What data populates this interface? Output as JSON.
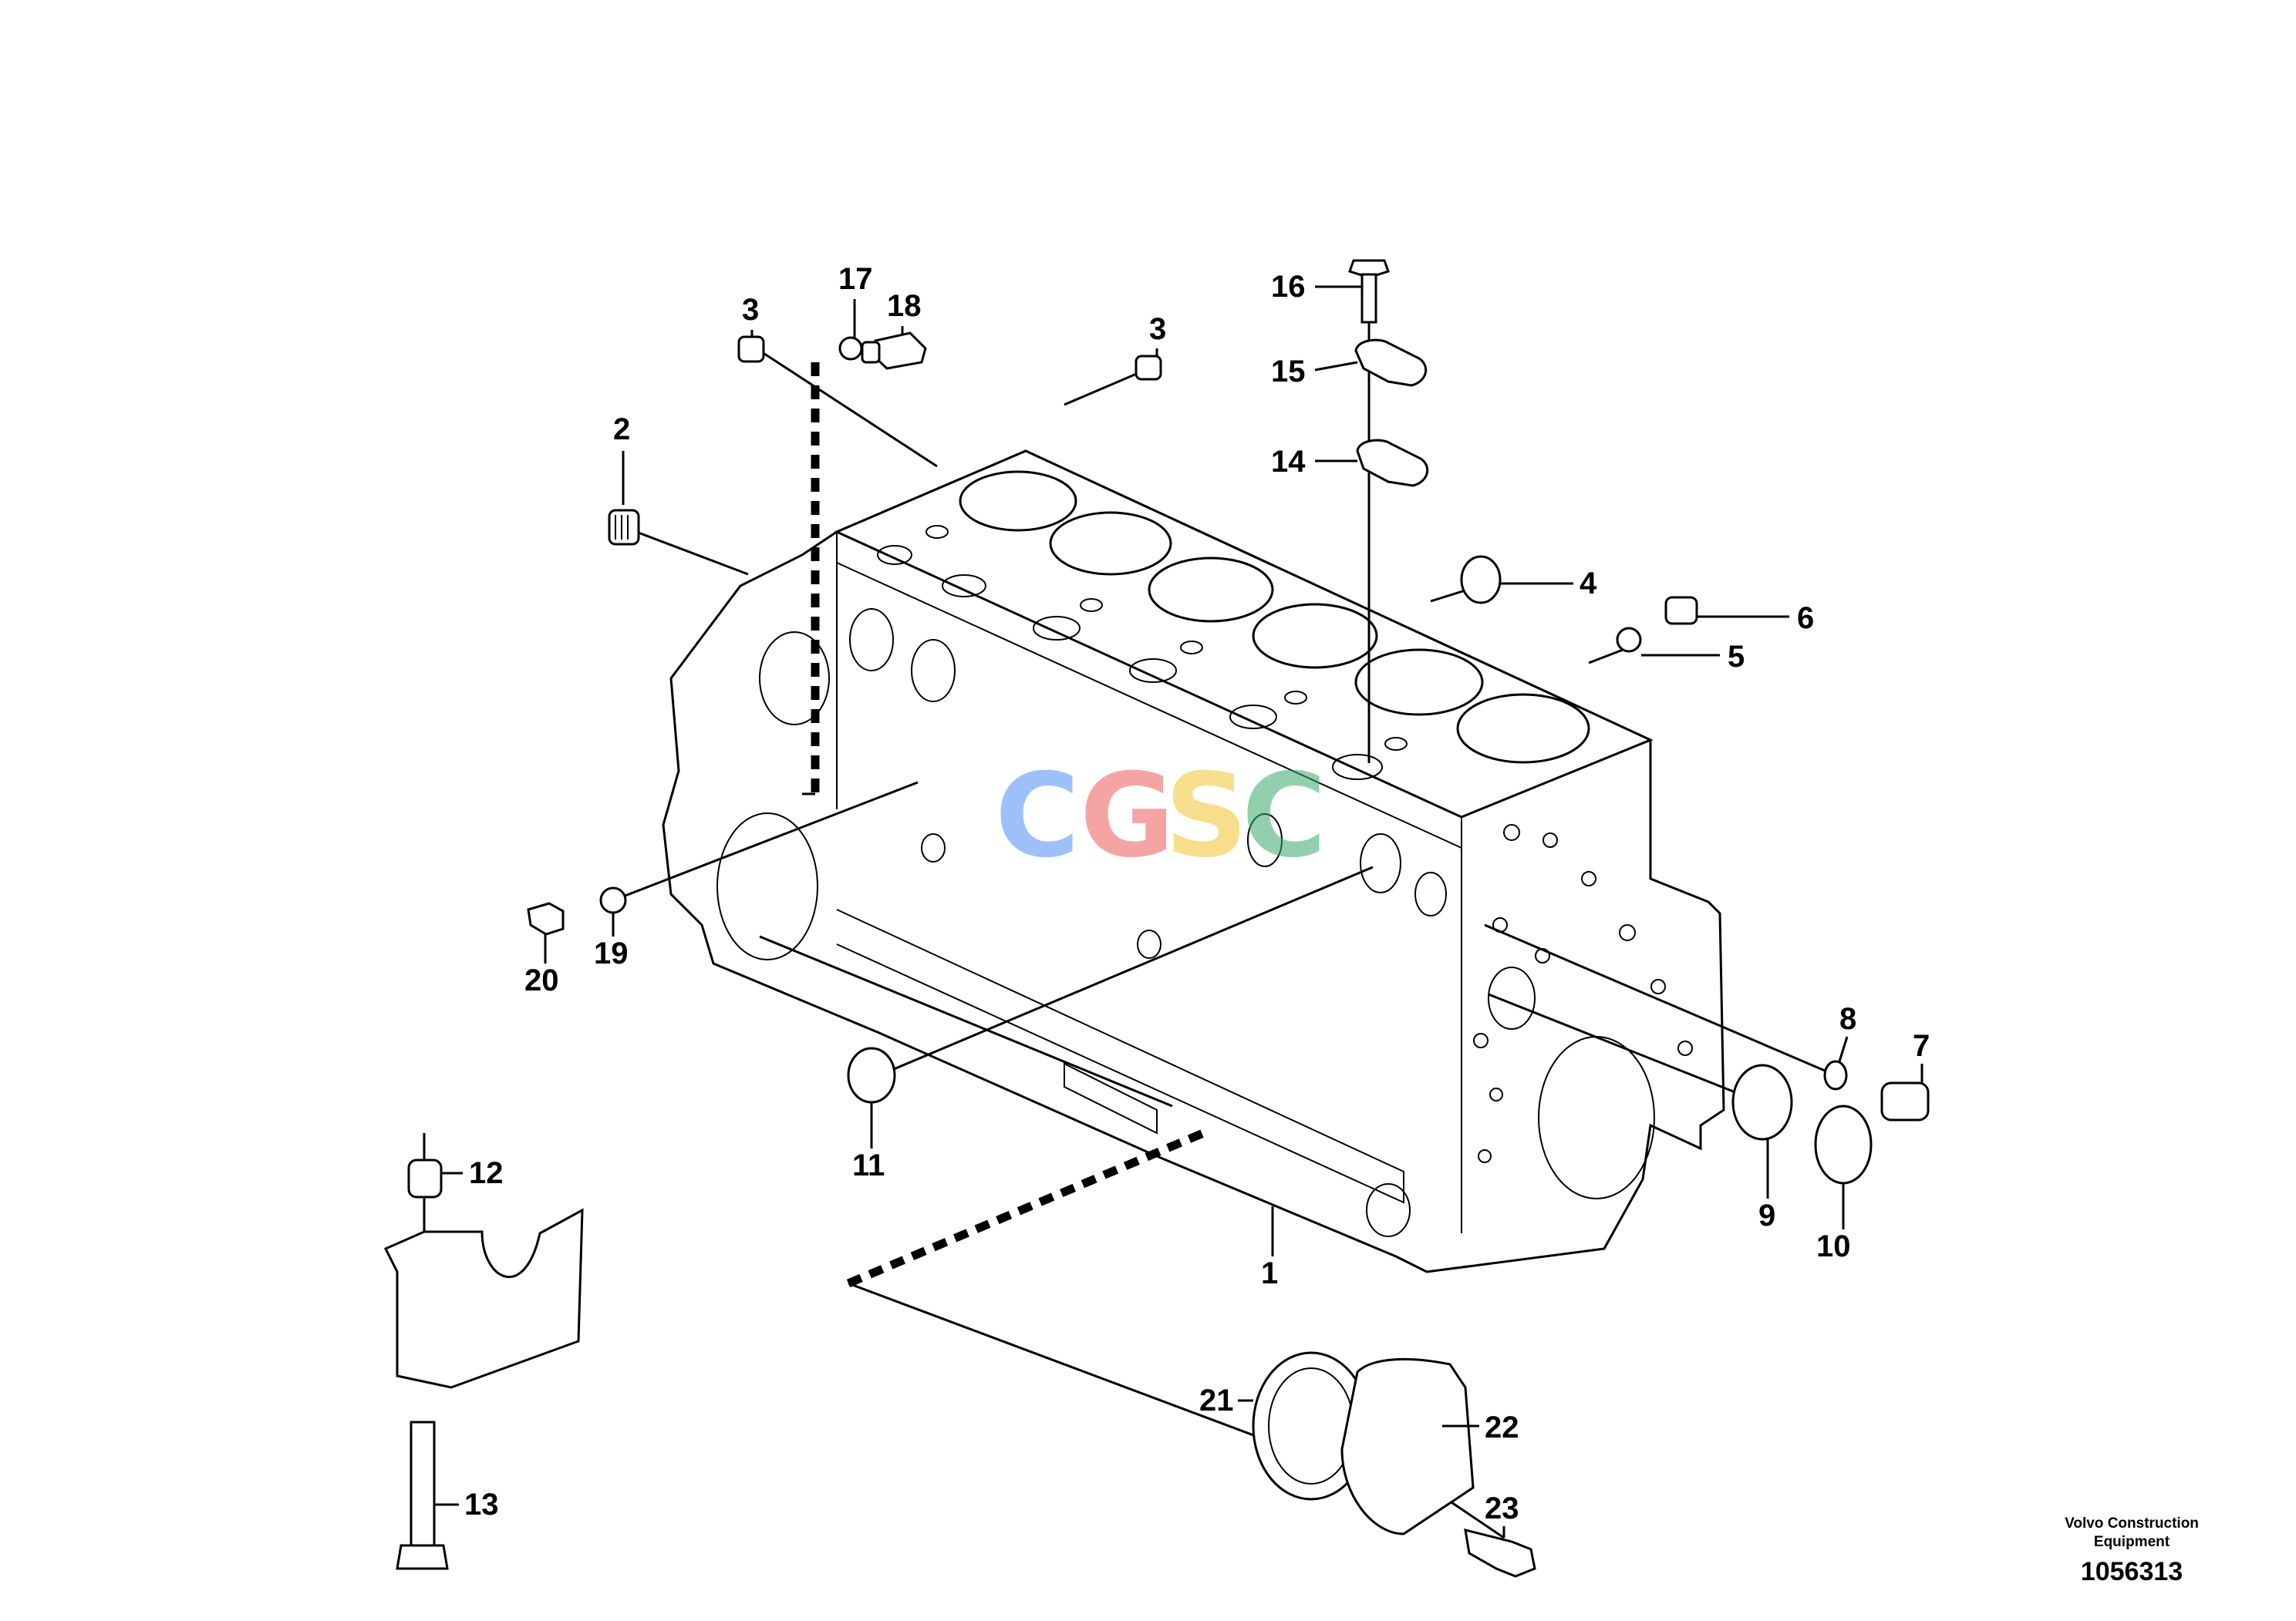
{
  "diagram": {
    "callouts": {
      "c1": "1",
      "c2": "2",
      "c3a": "3",
      "c3b": "3",
      "c4": "4",
      "c5": "5",
      "c6": "6",
      "c7": "7",
      "c8": "8",
      "c9": "9",
      "c10": "10",
      "c11": "11",
      "c12": "12",
      "c13": "13",
      "c14": "14",
      "c15": "15",
      "c16": "16",
      "c17": "17",
      "c18": "18",
      "c19": "19",
      "c20": "20",
      "c21": "21",
      "c22": "22",
      "c23": "23"
    },
    "watermark": {
      "letters": [
        "C",
        "G",
        "S",
        "C"
      ],
      "colors": [
        "#4f8ef7",
        "#ee5a5a",
        "#f4c430",
        "#3aa86b"
      ]
    }
  },
  "footer": {
    "company": "Volvo Construction Equipment",
    "doc_number": "1056313"
  }
}
